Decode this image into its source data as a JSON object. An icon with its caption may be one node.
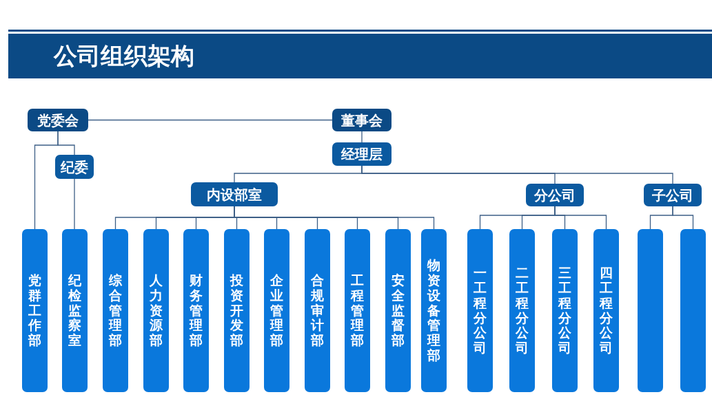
{
  "diagram": {
    "title": "公司组织架构",
    "nodes": [
      {
        "text": [
          "党委会"
        ]
      },
      {
        "text": [
          "董事会"
        ]
      },
      {
        "text": [
          "纪委"
        ]
      },
      {
        "text": [
          "经理层"
        ]
      },
      {
        "text": [
          "内设部室"
        ]
      },
      {
        "text": [
          "分公司"
        ]
      },
      {
        "text": [
          "子公司"
        ]
      },
      {
        "text": [
          "党群工作部"
        ]
      },
      {
        "text": [
          "纪检监察室"
        ]
      },
      {
        "text": [
          "综合管理部"
        ]
      },
      {
        "text": [
          "人力资源部"
        ]
      },
      {
        "text": [
          "财务管理部"
        ]
      },
      {
        "text": [
          "投资开发部"
        ]
      },
      {
        "text": [
          "企业管理部"
        ]
      },
      {
        "text": [
          "合规审计部"
        ]
      },
      {
        "text": [
          "工程管理部"
        ]
      },
      {
        "text": [
          "安全监督部"
        ]
      },
      {
        "text": [
          "物资设备管理部"
        ]
      },
      {
        "text": [
          "一工程分公司"
        ]
      },
      {
        "text": [
          "二工程分公司"
        ]
      },
      {
        "text": [
          "三工程分公司"
        ]
      },
      {
        "text": [
          "四工程分公司"
        ]
      },
      {
        "text": [],
        "shape": "bar"
      },
      {
        "text": [],
        "shape": "bar"
      }
    ],
    "edges": [
      {
        "from": 0,
        "to": 1,
        "arrow": "none"
      },
      {
        "from": 0,
        "to": 7,
        "arrow": "none"
      },
      {
        "from": 0,
        "to": 2,
        "arrow": "none"
      },
      {
        "from": 2,
        "to": 8,
        "arrow": "none"
      },
      {
        "from": 1,
        "to": 3,
        "arrow": "none"
      },
      {
        "from": 3,
        "to": 4,
        "arrow": "none"
      },
      {
        "from": 3,
        "to": 5,
        "arrow": "none"
      },
      {
        "from": 3,
        "to": 6,
        "arrow": "none"
      },
      {
        "from": 4,
        "to": 9,
        "arrow": "none"
      },
      {
        "from": 4,
        "to": 10,
        "arrow": "none"
      },
      {
        "from": 4,
        "to": 11,
        "arrow": "none"
      },
      {
        "from": 4,
        "to": 12,
        "arrow": "none"
      },
      {
        "from": 4,
        "to": 13,
        "arrow": "none"
      },
      {
        "from": 4,
        "to": 14,
        "arrow": "none"
      },
      {
        "from": 4,
        "to": 15,
        "arrow": "none"
      },
      {
        "from": 4,
        "to": 16,
        "arrow": "none"
      },
      {
        "from": 4,
        "to": 17,
        "arrow": "none"
      },
      {
        "from": 5,
        "to": 18,
        "arrow": "none"
      },
      {
        "from": 5,
        "to": 19,
        "arrow": "none"
      },
      {
        "from": 5,
        "to": 20,
        "arrow": "none"
      },
      {
        "from": 5,
        "to": 21,
        "arrow": "none"
      },
      {
        "from": 6,
        "to": 22,
        "arrow": "none"
      },
      {
        "from": 6,
        "to": 23,
        "arrow": "none"
      }
    ]
  }
}
